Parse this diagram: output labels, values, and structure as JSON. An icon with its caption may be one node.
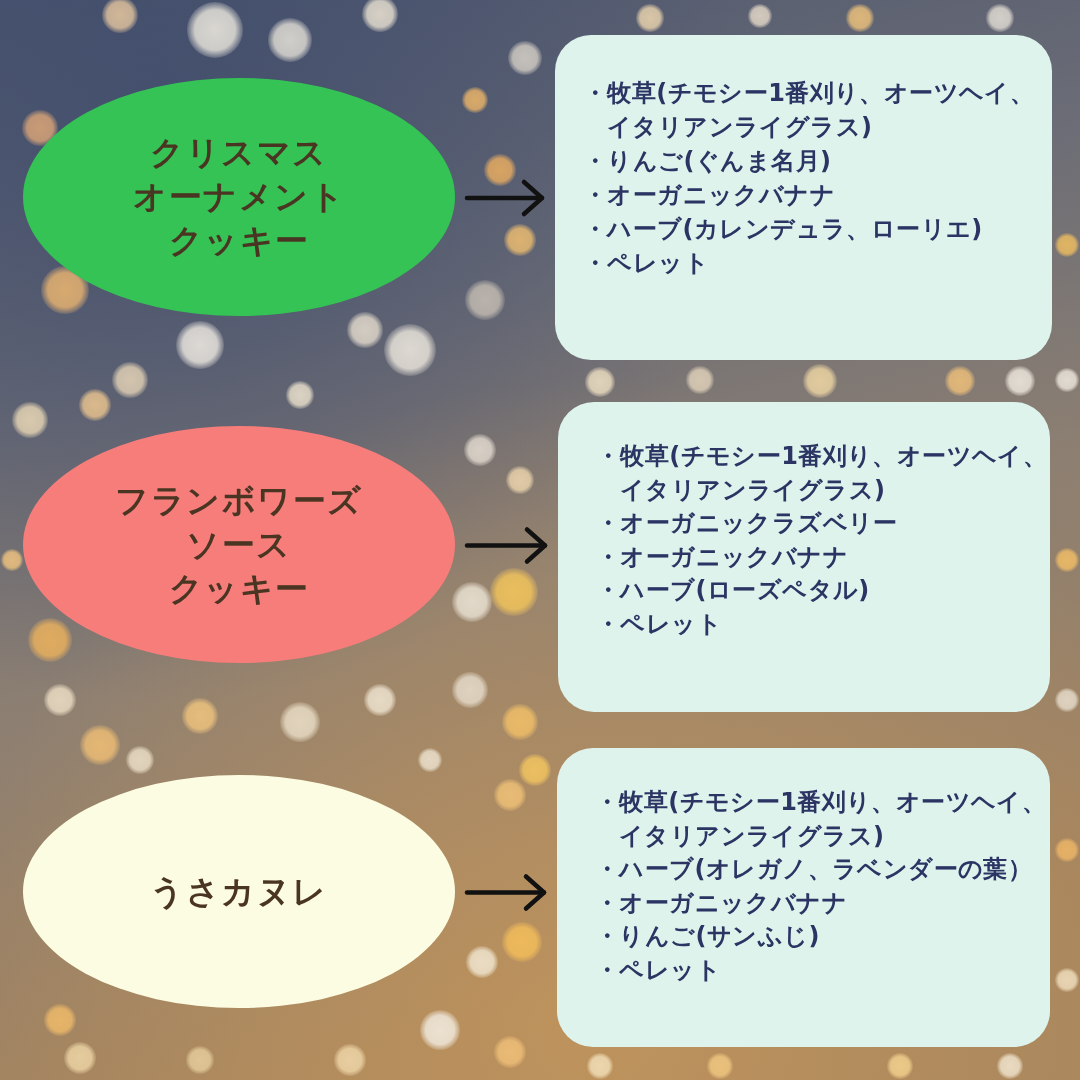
{
  "diagram": {
    "nodes": [
      {
        "text": [
          "クリスマスオーナメントクッキー"
        ]
      },
      {
        "text": [
          "・牧草(チモシー1番刈り、オーツヘイ、イタリアンライグラス)",
          "・りんご(ぐんま名月)",
          "・オーガニックバナナ",
          "・ハーブ(カレンデュラ、ローリエ)",
          "・ペレット"
        ]
      },
      {
        "text": [
          "フランボワーズソースクッキー"
        ]
      },
      {
        "text": [
          "・牧草(チモシー1番刈り、オーツヘイ、イタリアンライグラス)",
          "・オーガニックラズベリー",
          "・オーガニックバナナ",
          "・ハーブ(ローズペタル)",
          "・ペレット"
        ]
      },
      {
        "text": [
          "うさカヌレ"
        ]
      },
      {
        "text": [
          "・牧草(チモシー1番刈り、オーツヘイ、イタリアンライグラス)",
          "・ハーブ(オレガノ、ラベンダーの葉）",
          "・オーガニックバナナ",
          "・りんご(サンふじ)",
          "・ペレット"
        ]
      }
    ],
    "edges": [
      {
        "from": 0,
        "to": 1,
        "arrow": "to"
      },
      {
        "from": 2,
        "to": 3,
        "arrow": "to"
      },
      {
        "from": 4,
        "to": 5,
        "arrow": "to"
      }
    ]
  }
}
